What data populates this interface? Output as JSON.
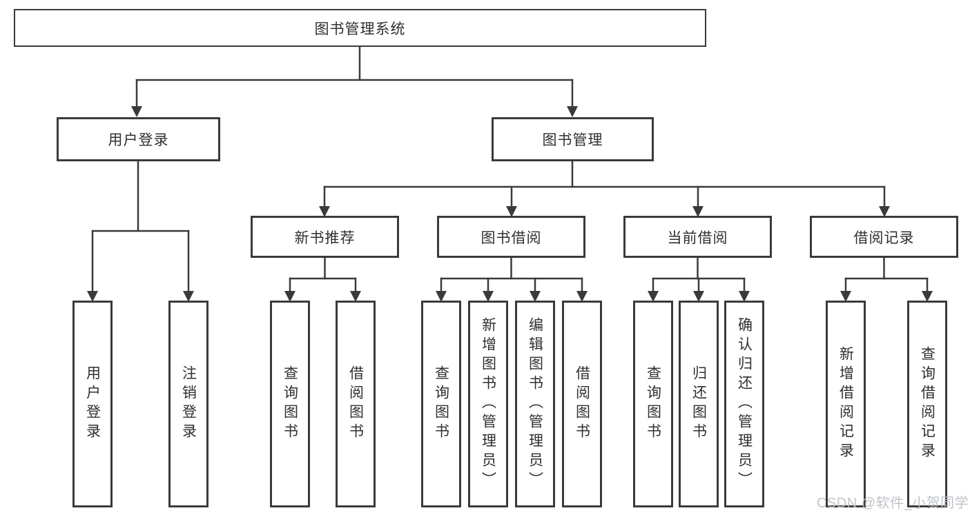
{
  "title": "图书管理系统",
  "level2": {
    "user_group": "用户登录",
    "book_group": "图书管理"
  },
  "user_children": {
    "login": "用户登录",
    "logout": "注销登录"
  },
  "level3": {
    "recommend": "新书推荐",
    "borrow": "图书借阅",
    "current": "当前借阅",
    "records": "借阅记录"
  },
  "recommend_children": {
    "query": "查询图书",
    "borrow": "借阅图书"
  },
  "borrow_children": {
    "query": "查询图书",
    "add": "新增图书（管理员）",
    "edit": "编辑图书（管理员）",
    "borrow": "借阅图书"
  },
  "current_children": {
    "query": "查询图书",
    "return": "归还图书",
    "confirm": "确认归还（管理员）"
  },
  "records_children": {
    "add": "新增借阅记录",
    "query": "查询借阅记录"
  },
  "watermark": "CSDN @软件_小贺同学",
  "colors": {
    "line": "#3a3a3a",
    "text": "#2f2f2f",
    "background": "#ffffff",
    "watermark": "#b9bdc3"
  }
}
